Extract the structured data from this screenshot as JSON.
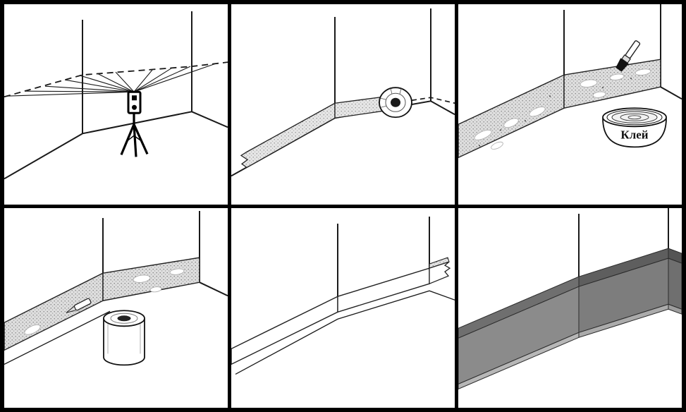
{
  "figure": {
    "type": "instructional-diagram",
    "grid": {
      "rows": 2,
      "cols": 3
    },
    "steps": [
      {
        "step": 1,
        "name": "laser-level-marking"
      },
      {
        "step": 2,
        "name": "position-tape-roll-along-wall"
      },
      {
        "step": 3,
        "name": "apply-glue-to-strip",
        "bucket_label": "Клей"
      },
      {
        "step": 4,
        "name": "unroll-tape-on-glued-strip"
      },
      {
        "step": 5,
        "name": "tape-strip-applied-in-corner"
      },
      {
        "step": 6,
        "name": "finished-gray-skirting"
      }
    ]
  },
  "labels": {
    "glue_bucket": "Клей"
  },
  "colors": {
    "frame": "#000000",
    "panel_bg": "#ffffff",
    "line": "#1a1a1a",
    "strip_fill": "#e6e6e6",
    "skirting_top_left": "#6f6f6f",
    "skirting_top_right": "#5e5e5e",
    "skirting_top_wrap": "#545454",
    "skirting_face_left": "#8b8b8b",
    "skirting_face_right": "#7d7d7d",
    "skirting_face_wrap": "#6f6f6f",
    "skirting_bottom_left": "#b7b7b7",
    "skirting_bottom_right": "#ababab",
    "skirting_bottom_wrap": "#9d9d9d"
  }
}
